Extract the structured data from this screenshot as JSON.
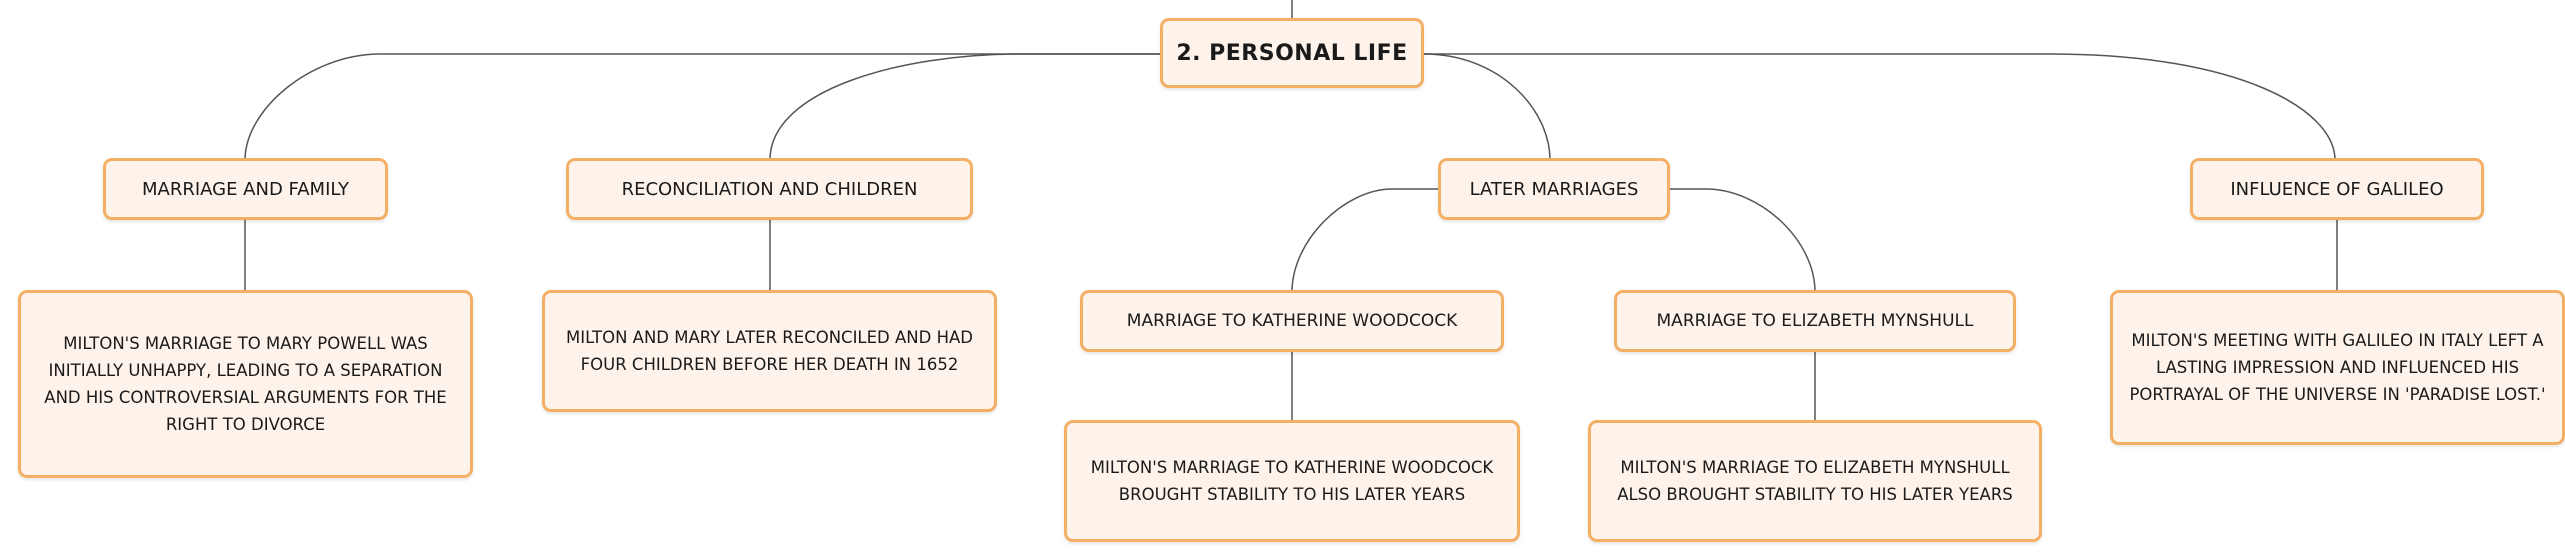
{
  "root": {
    "label": "2. PERSONAL LIFE"
  },
  "branches": [
    {
      "label": "MARRIAGE AND FAMILY",
      "detail": "MILTON'S MARRIAGE TO MARY POWELL WAS INITIALLY UNHAPPY, LEADING TO A SEPARATION AND HIS CONTROVERSIAL ARGUMENTS FOR THE RIGHT TO DIVORCE"
    },
    {
      "label": "RECONCILIATION AND CHILDREN",
      "detail": "MILTON AND MARY LATER RECONCILED AND HAD FOUR CHILDREN BEFORE HER DEATH IN 1652"
    },
    {
      "label": "LATER MARRIAGES",
      "children": [
        {
          "label": "MARRIAGE TO KATHERINE WOODCOCK",
          "detail": "MILTON'S MARRIAGE TO KATHERINE WOODCOCK BROUGHT STABILITY TO HIS LATER YEARS"
        },
        {
          "label": "MARRIAGE TO ELIZABETH MYNSHULL",
          "detail": "MILTON'S MARRIAGE TO ELIZABETH MYNSHULL ALSO BROUGHT STABILITY TO HIS LATER YEARS"
        }
      ]
    },
    {
      "label": "INFLUENCE OF GALILEO",
      "detail": "MILTON'S MEETING WITH GALILEO IN ITALY LEFT A LASTING IMPRESSION AND INFLUENCED HIS PORTRAYAL OF THE UNIVERSE IN 'PARADISE LOST.'"
    }
  ],
  "colors": {
    "node_fill": "#fdf3ea",
    "node_border": "#f3b064",
    "connector": "#555555",
    "text": "#1a1a1a"
  }
}
